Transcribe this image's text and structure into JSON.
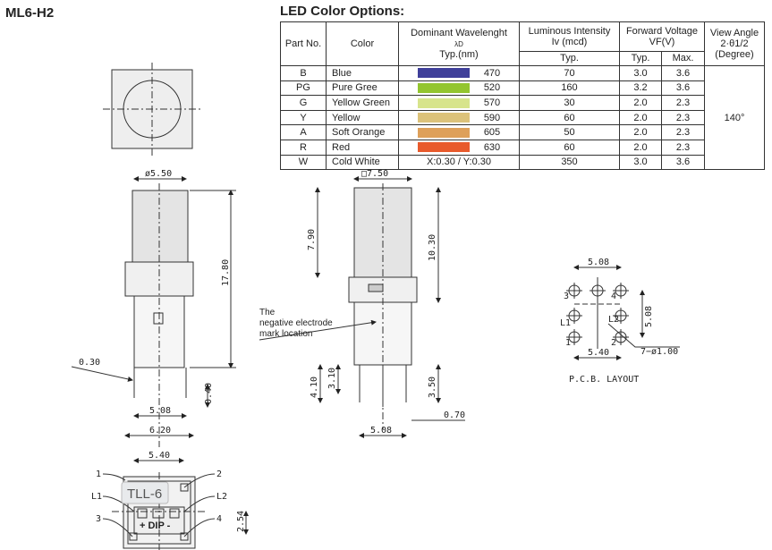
{
  "title": "ML6-H2",
  "table": {
    "title": "LED Color Options:",
    "headers": {
      "part": "Part No.",
      "color": "Color",
      "wave1": "Dominant Wavelenght",
      "wave2": "λD",
      "wave3": "Typ.(nm)",
      "lum1": "Luminous Intensity",
      "lum2": "Iv (mcd)",
      "lum_typ": "Typ.",
      "fv1": "Forward Voltage",
      "fv2": "VF(V)",
      "fv_typ": "Typ.",
      "fv_max": "Max.",
      "va1": "View Angle",
      "va2": "2·θ1/2",
      "va3": "(Degree)"
    },
    "view_angle": "140°",
    "rows": [
      {
        "part": "B",
        "color": "Blue",
        "swatch": "#3f3f9a",
        "wave": "470",
        "lum": "70",
        "typ": "3.0",
        "max": "3.6"
      },
      {
        "part": "PG",
        "color": "Pure Gree",
        "swatch": "#93c52f",
        "wave": "520",
        "lum": "160",
        "typ": "3.2",
        "max": "3.6"
      },
      {
        "part": "G",
        "color": "Yellow Green",
        "swatch": "#d7e48c",
        "wave": "570",
        "lum": "30",
        "typ": "2.0",
        "max": "2.3"
      },
      {
        "part": "Y",
        "color": "Yellow",
        "swatch": "#dcc27a",
        "wave": "590",
        "lum": "60",
        "typ": "2.0",
        "max": "2.3"
      },
      {
        "part": "A",
        "color": "Soft Orange",
        "swatch": "#dea05a",
        "wave": "605",
        "lum": "50",
        "typ": "2.0",
        "max": "2.3"
      },
      {
        "part": "R",
        "color": "Red",
        "swatch": "#e85a2c",
        "wave": "630",
        "lum": "60",
        "typ": "2.0",
        "max": "2.3"
      },
      {
        "part": "W",
        "color": "Cold White",
        "swatch": "",
        "wave": "X:0.30 / Y:0.30",
        "lum": "350",
        "typ": "3.0",
        "max": "3.6"
      }
    ]
  },
  "side_view": {
    "dia": "ø5.50",
    "height": "17.80",
    "pin_w": "0.30",
    "pin_t": "0.40",
    "pitch": "5.08",
    "width": "6.20"
  },
  "front_view": {
    "square": "□7.50",
    "cap_h": "7.90",
    "total_h": "10.30",
    "note": [
      "The",
      "negative electrode",
      "mark location"
    ],
    "pin1": "4.10",
    "pin2": "3.10",
    "pin3": "3.50",
    "offset": "0.70",
    "pitch": "5.08"
  },
  "bottom_view": {
    "width": "5.40",
    "pitch": "2.54",
    "badge": "TLL-6",
    "dip": "+ DIP -",
    "pins": [
      "1",
      "2",
      "L1",
      "L2",
      "3",
      "4"
    ]
  },
  "pcb": {
    "top": "5.08",
    "side": "5.08",
    "bottom": "5.40",
    "holes": "7−ø1.00",
    "pins": [
      "3",
      "4",
      "L1",
      "L2",
      "1",
      "2"
    ],
    "caption": "P.C.B.  LAYOUT"
  }
}
